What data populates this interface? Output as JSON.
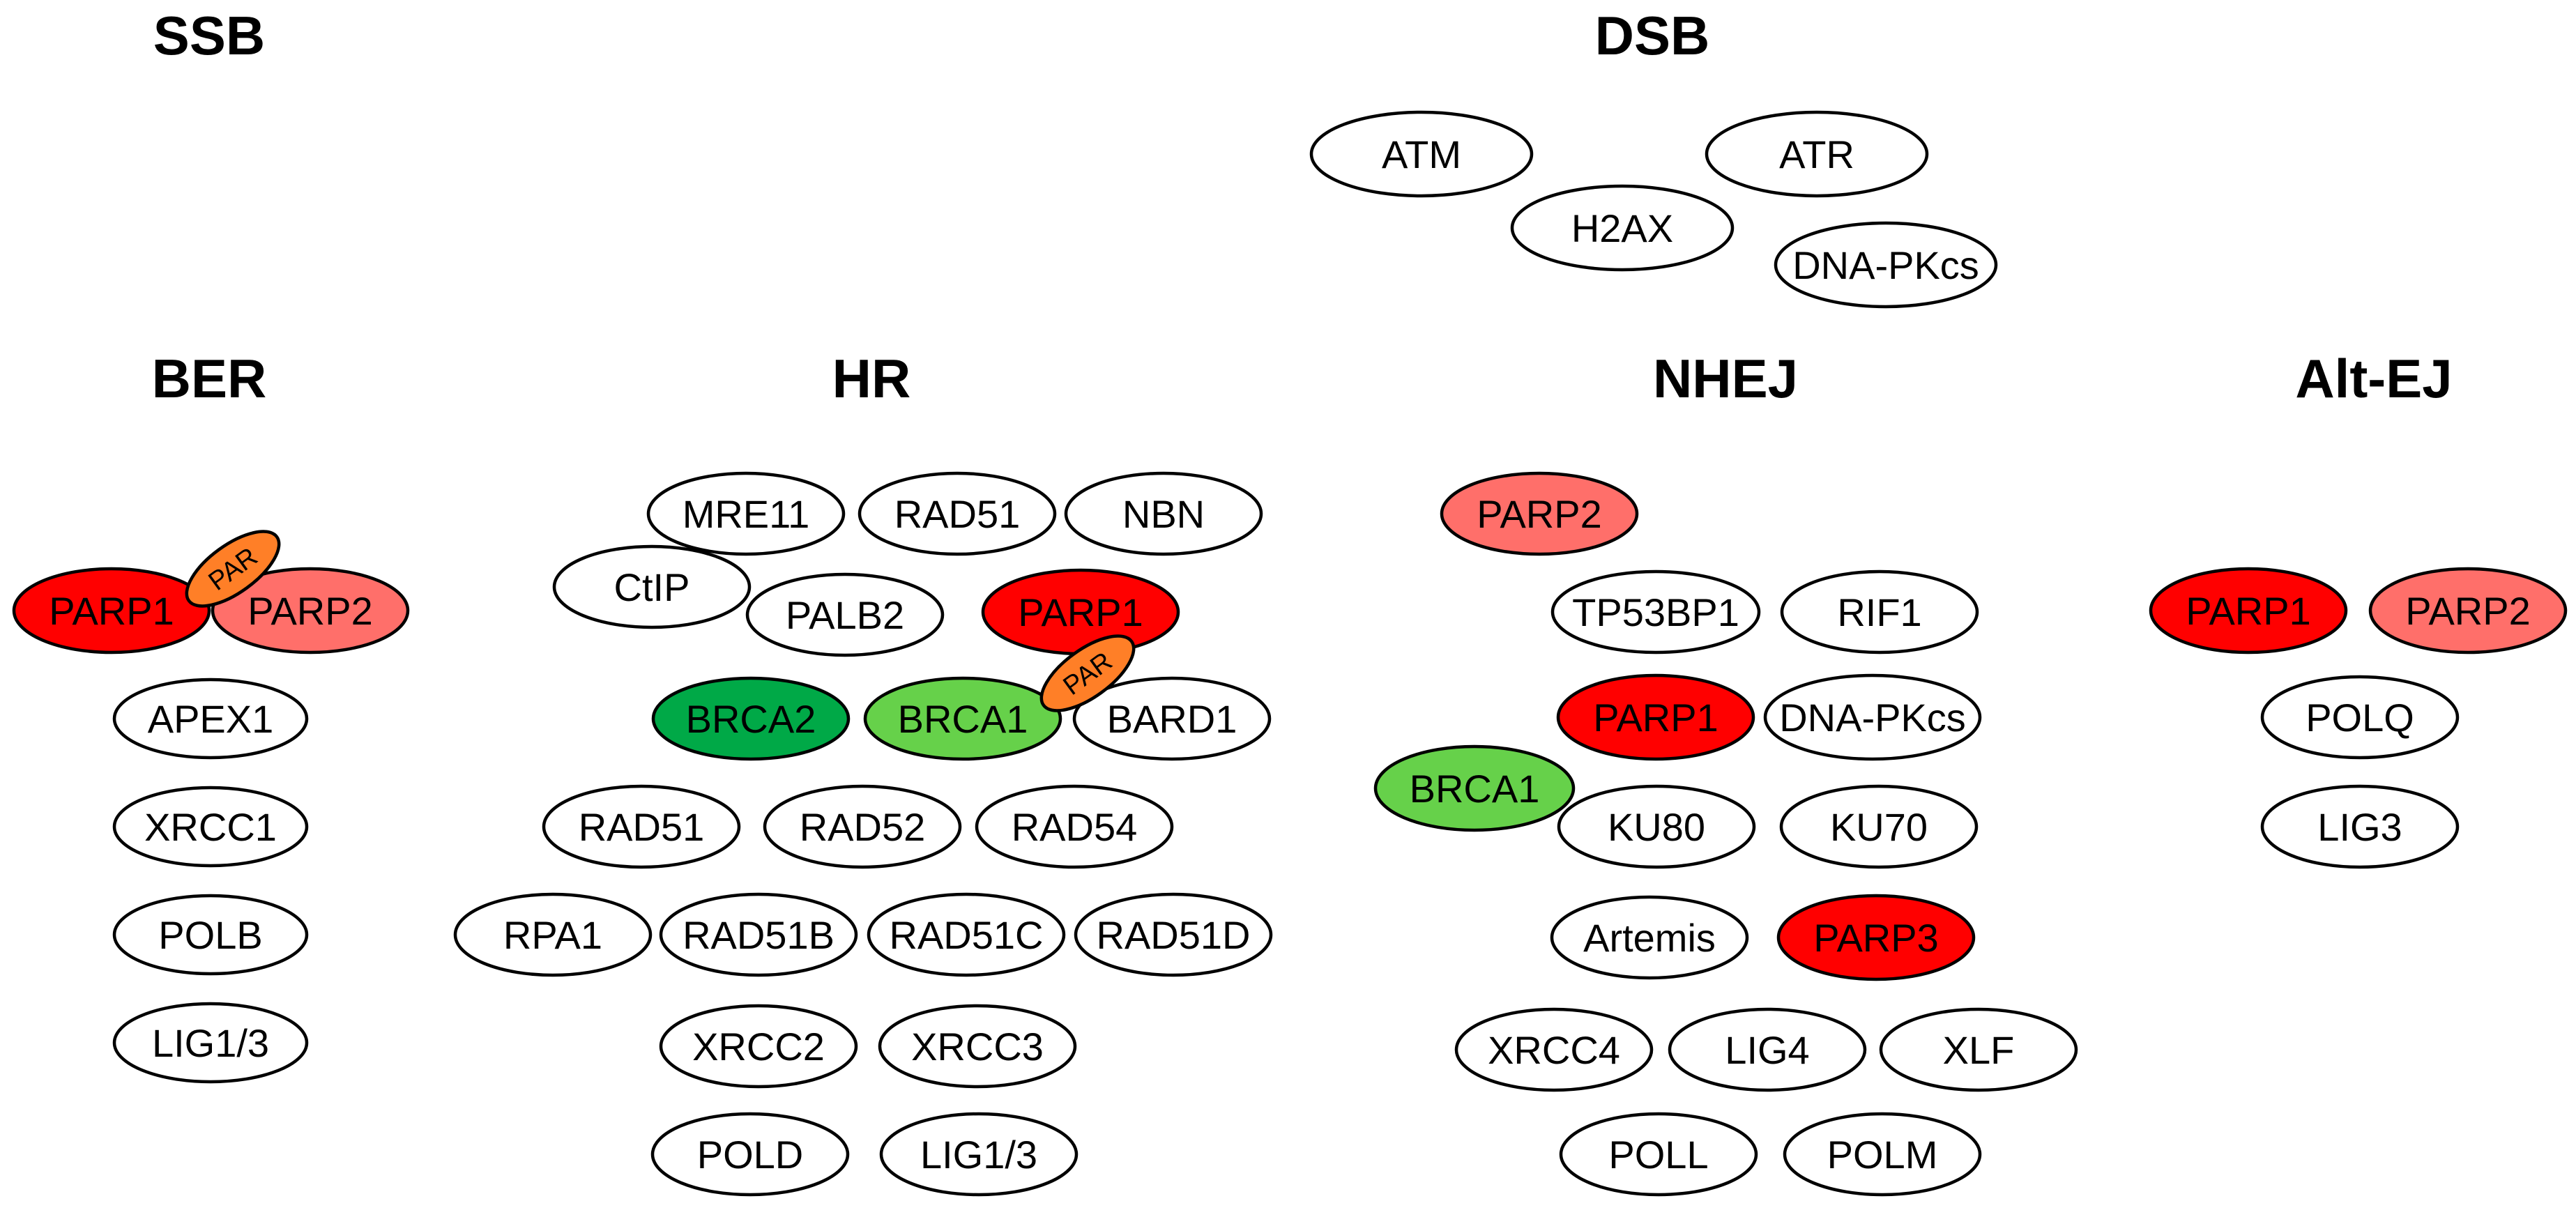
{
  "colors": {
    "white": "#ffffff",
    "red": "#ff0000",
    "salmon": "#ff6f6a",
    "green_dark": "#00a947",
    "green_light": "#66d14a",
    "orange": "#ff7f27"
  },
  "headers": {
    "ssb": "SSB",
    "dsb": "DSB",
    "ber": "BER",
    "hr": "HR",
    "nhej": "NHEJ",
    "alt_ej": "Alt-EJ"
  },
  "dsb_sensors": [
    "ATM",
    "ATR",
    "H2AX",
    "DNA-PKcs"
  ],
  "ber": [
    "PARP1",
    "PAR",
    "PARP2",
    "APEX1",
    "XRCC1",
    "POLB",
    "LIG1/3"
  ],
  "hr": [
    "MRE11",
    "RAD51",
    "NBN",
    "CtIP",
    "PALB2",
    "PARP1",
    "BRCA2",
    "BRCA1",
    "PAR",
    "BARD1",
    "RAD51",
    "RAD52",
    "RAD54",
    "RPA1",
    "RAD51B",
    "RAD51C",
    "RAD51D",
    "XRCC2",
    "XRCC3",
    "POLD",
    "LIG1/3"
  ],
  "nhej": [
    "PARP2",
    "TP53BP1",
    "RIF1",
    "PARP1",
    "DNA-PKcs",
    "BRCA1",
    "KU80",
    "KU70",
    "Artemis",
    "PARP3",
    "XRCC4",
    "LIG4",
    "XLF",
    "POLL",
    "POLM"
  ],
  "alt_ej": [
    "PARP1",
    "PARP2",
    "POLQ",
    "LIG3"
  ]
}
